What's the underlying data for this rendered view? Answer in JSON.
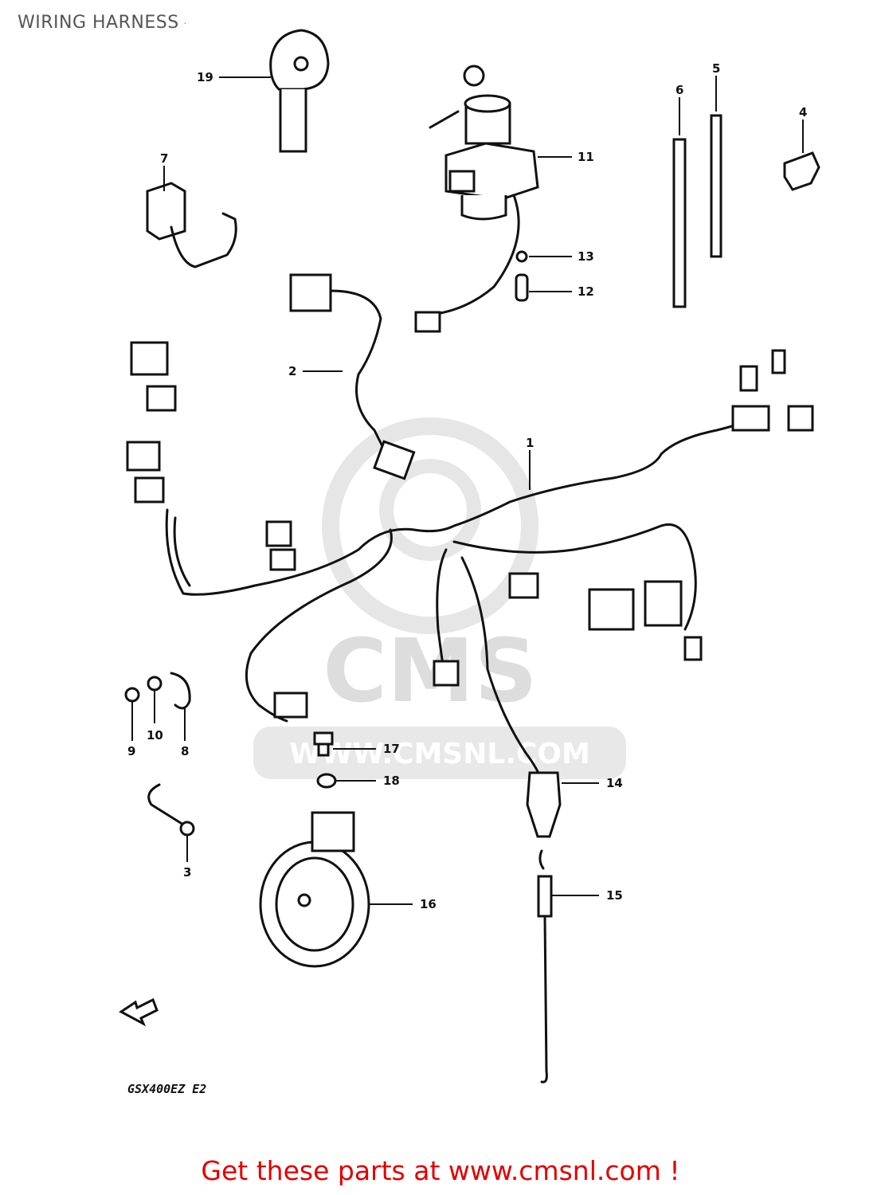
{
  "title": "WIRING HARNESS",
  "model_code": "GSX400EZ E2",
  "cta": "Get these parts at www.cmsnl.com !",
  "watermark": {
    "brand": "CMS",
    "url": "WWW.CMSNL.COM"
  },
  "callouts": {
    "n1": "1",
    "n2": "2",
    "n3": "3",
    "n4": "4",
    "n5": "5",
    "n6": "6",
    "n7": "7",
    "n8": "8",
    "n9": "9",
    "n10": "10",
    "n11": "11",
    "n12": "12",
    "n13": "13",
    "n14": "14",
    "n15": "15",
    "n16": "16",
    "n17": "17",
    "n18": "18",
    "n19": "19"
  },
  "colors": {
    "title": "#555555",
    "cta": "#e00000",
    "line": "#111111",
    "watermark": "#dddddd"
  }
}
